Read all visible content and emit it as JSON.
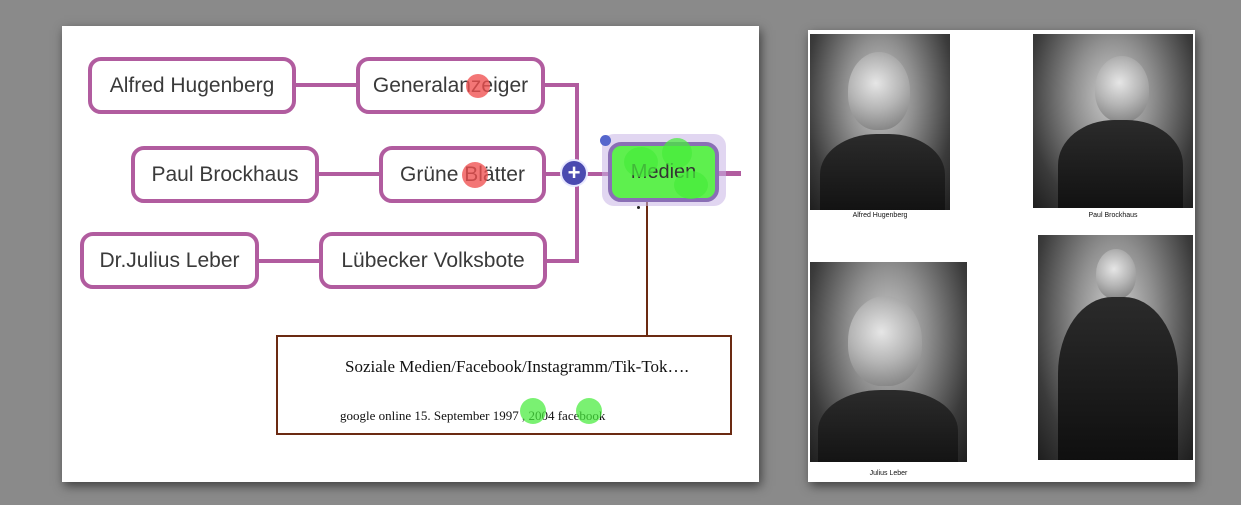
{
  "mindmap": {
    "nodes": {
      "alfred": "Alfred Hugenberg",
      "generalanzeiger": "Generalanzeiger",
      "paul": "Paul Brockhaus",
      "gruene": "Grüne Blätter",
      "julius": "Dr.Julius Leber",
      "luebecker": "Lübecker Volksbote",
      "medien": "Medien"
    },
    "add_symbol": "+",
    "note": {
      "line1": "Soziale Medien/Facebook/Instagramm/Tik-Tok….",
      "line2": "google online 15. September 1997 , 2004 facebook"
    }
  },
  "photos": {
    "captions": {
      "alfred": "Alfred Hugenberg",
      "paul": "Paul Brockhaus",
      "julius": "Julius Leber"
    }
  },
  "colors": {
    "node_border": "#b15c9f",
    "note_border": "#6b2a12",
    "highlight_red": "#f05050",
    "highlight_green": "#46eb3c",
    "add_button": "#4a4ab0"
  }
}
